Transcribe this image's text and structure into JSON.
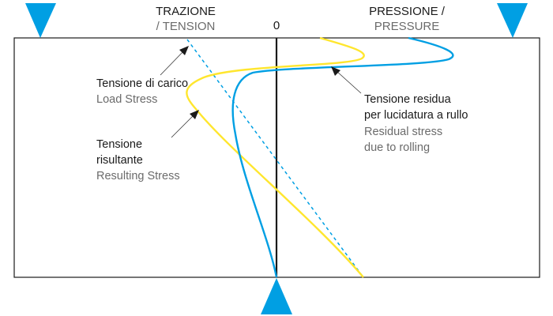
{
  "colors": {
    "accent_blue": "#009fe3",
    "yellow": "#ffe62e",
    "axis": "#1a1a1a",
    "text_dark": "#1a1a1a",
    "text_grey": "#6b6b6b"
  },
  "header": {
    "tension_it": "TRAZIONE",
    "tension_en": "/ TENSION",
    "zero": "0",
    "pressure_it": "PRESSIONE /",
    "pressure_en": "PRESSURE"
  },
  "labels": {
    "load_stress": {
      "it": "Tensione di carico",
      "en": "Load Stress"
    },
    "resulting_stress": {
      "it_line1": "Tensione",
      "it_line2": "risultante",
      "en": "Resulting Stress"
    },
    "residual_stress": {
      "it_line1": "Tensione residua",
      "it_line2": "per lucidatura a rullo",
      "en_line1": "Residual stress",
      "en_line2": "due to rolling"
    }
  },
  "icons": {
    "load_marker_left": "triangle-down-icon",
    "load_marker_right": "triangle-down-icon",
    "support_marker": "triangle-up-icon"
  }
}
